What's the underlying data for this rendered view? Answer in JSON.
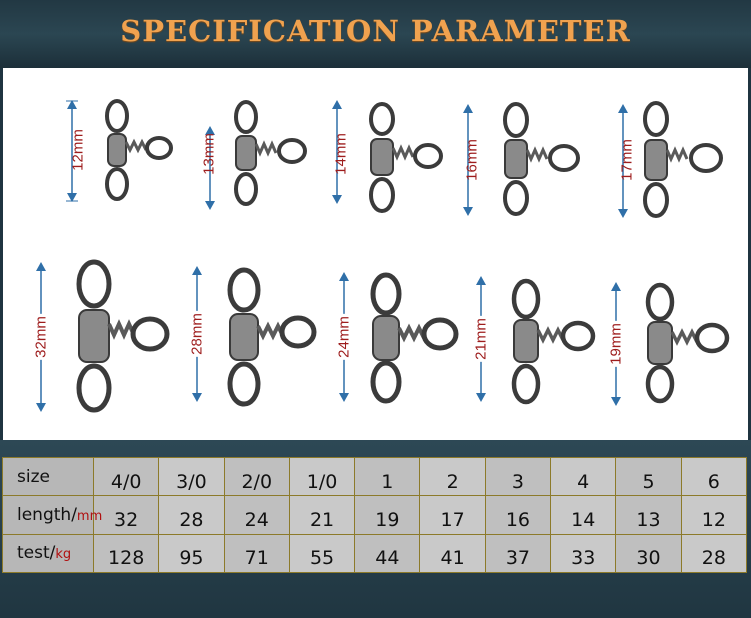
{
  "title": "SPECIFICATION PARAMETER",
  "swivels": [
    {
      "dim_label": "12mm"
    },
    {
      "dim_label": "13mm"
    },
    {
      "dim_label": "14mm"
    },
    {
      "dim_label": "16mm"
    },
    {
      "dim_label": "17mm"
    },
    {
      "dim_label": "32mm"
    },
    {
      "dim_label": "28mm"
    },
    {
      "dim_label": "24mm"
    },
    {
      "dim_label": "21mm"
    },
    {
      "dim_label": "19mm"
    }
  ],
  "table": {
    "size_label": "size",
    "length_label": "length/",
    "length_unit": "mm",
    "test_label": "test/",
    "test_unit": "kg",
    "sizes": [
      "4/0",
      "3/0",
      "2/0",
      "1/0",
      "1",
      "2",
      "3",
      "4",
      "5",
      "6"
    ],
    "lengths": [
      "32",
      "28",
      "24",
      "21",
      "19",
      "17",
      "16",
      "14",
      "13",
      "12"
    ],
    "tests": [
      "128",
      "95",
      "71",
      "55",
      "44",
      "41",
      "37",
      "33",
      "30",
      "28"
    ]
  },
  "colors": {
    "title": "#f0a24f",
    "dimension_arrow": "#2f6fa8",
    "dimension_text": "#9e1d1d",
    "unit_text": "#b01010"
  }
}
